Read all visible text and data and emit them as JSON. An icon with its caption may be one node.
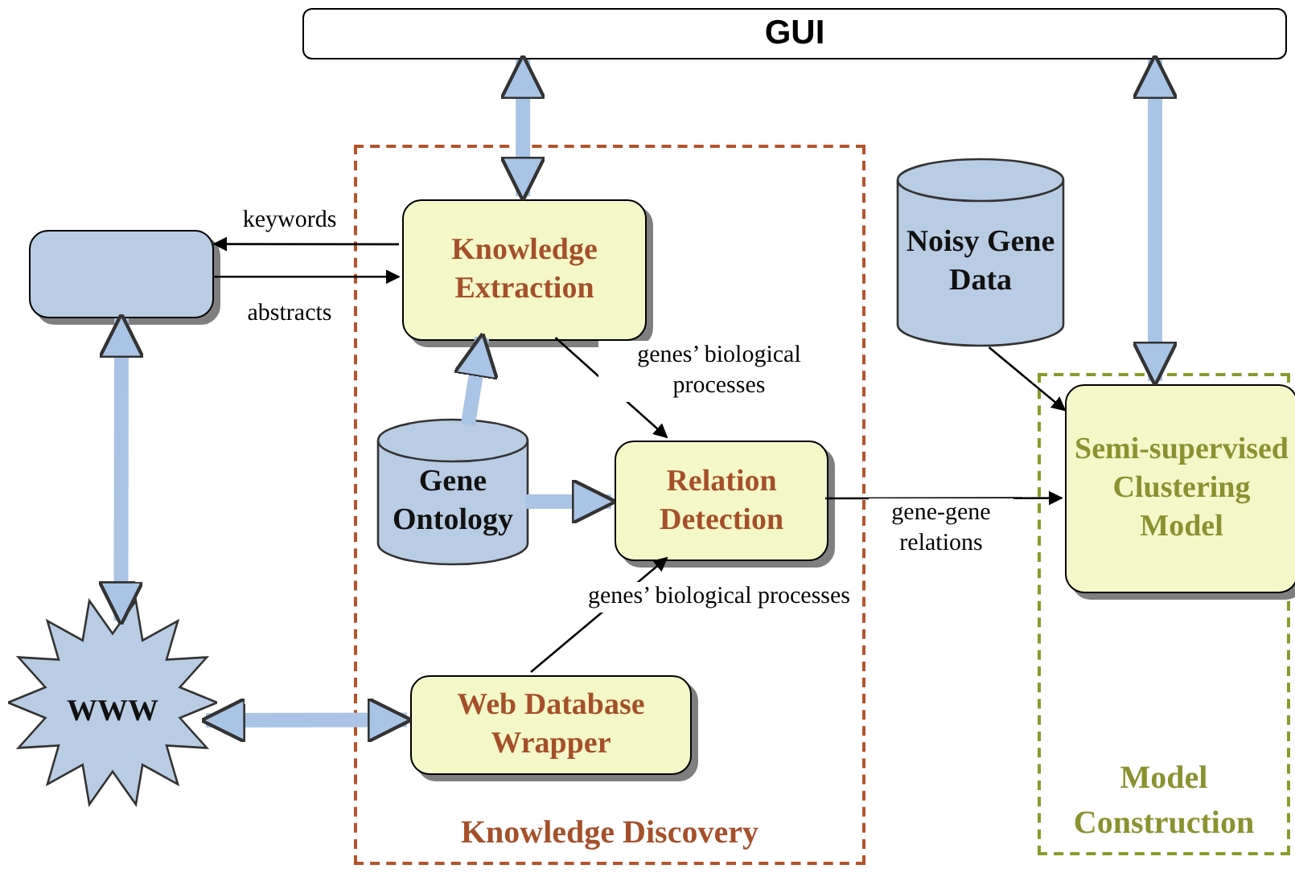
{
  "diagram": {
    "nodes": [
      {
        "text": [
          "GUI"
        ]
      },
      {
        "text": [
          "Knowledge Discovery"
        ]
      },
      {
        "text": [
          "Model Construction"
        ]
      },
      {
        "text": [],
        "shape": "box"
      },
      {
        "text": [
          "Knowledge Extraction"
        ],
        "in": 1
      },
      {
        "text": [
          "Gene Ontology"
        ],
        "in": 1
      },
      {
        "text": [
          "Relation Detection"
        ],
        "in": 1
      },
      {
        "text": [
          "Web Database Wrapper"
        ],
        "in": 1
      },
      {
        "text": [
          "WWW"
        ]
      },
      {
        "text": [
          "Noisy Gene Data"
        ]
      },
      {
        "text": [
          "Semi-supervised Clustering Model"
        ],
        "in": 2
      }
    ],
    "edges": [
      {
        "from": 4,
        "to": 3,
        "arrow": "to",
        "label": "keywords"
      },
      {
        "from": 3,
        "to": 4,
        "arrow": "to",
        "label": "abstracts"
      },
      {
        "from": 0,
        "to": 4,
        "arrow": "both",
        "style": "thick",
        "color": "#a9c4e4"
      },
      {
        "from": 0,
        "to": 10,
        "arrow": "both",
        "style": "thick",
        "color": "#a9c4e4"
      },
      {
        "from": 3,
        "to": 8,
        "arrow": "both",
        "style": "thick",
        "color": "#a9c4e4"
      },
      {
        "from": 8,
        "to": 7,
        "arrow": "both",
        "style": "thick",
        "color": "#a9c4e4"
      },
      {
        "from": 5,
        "to": 4,
        "arrow": "to",
        "style": "thick",
        "color": "#a9c4e4"
      },
      {
        "from": 5,
        "to": 6,
        "arrow": "to",
        "style": "thick",
        "color": "#a9c4e4"
      },
      {
        "from": 4,
        "to": 6,
        "arrow": "to",
        "label": "genes’ biological processes"
      },
      {
        "from": 7,
        "to": 6,
        "arrow": "to",
        "label": "genes’ biological processes"
      },
      {
        "from": 6,
        "to": 10,
        "arrow": "to",
        "label": "gene-gene relations"
      },
      {
        "from": 9,
        "to": 10,
        "arrow": "to"
      }
    ]
  }
}
